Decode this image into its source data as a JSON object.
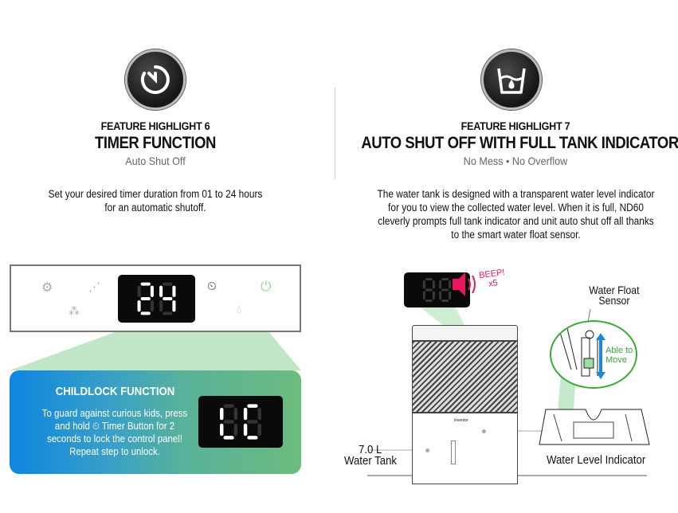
{
  "feature6": {
    "icon": "timer-icon",
    "kicker": "FEATURE HIGHLIGHT 6",
    "title": "TIMER FUNCTION",
    "subtitle": "Auto Shut Off",
    "description_line1": "Set your desired timer duration from 01 to 24 hours",
    "description_line2": "for an automatic shutoff.",
    "panel_display": "24",
    "panel_icons": [
      "gear-icon",
      "fan-speed-icon",
      "timer-icon",
      "power-icon",
      "circulation-icon",
      "water-drop-icon"
    ],
    "childlock": {
      "title": "CHILDLOCK FUNCTION",
      "line1": "To guard against curious kids, press",
      "line2a": "and hold",
      "line2b": "Timer Button for 2",
      "line3": "seconds to lock the control panel!",
      "line4": "Repeat step to unlock.",
      "display": "LC"
    }
  },
  "feature7": {
    "icon": "water-tank-icon",
    "kicker": "FEATURE HIGHLIGHT 7",
    "title": "AUTO SHUT OFF WITH FULL TANK INDICATOR",
    "subtitle": "No Mess • No Overflow",
    "description_line1": "The water tank is designed with a transparent water level indicator",
    "description_line2": "for you to view the collected water level. When it is full, ND60",
    "description_line3": "cleverly prompts full tank indicator and unit auto shut off all thanks",
    "description_line4": "to the smart water float sensor.",
    "display": "88",
    "beep": "BEEP!",
    "beep_count": "x5",
    "float_sensor_line1": "Water Float",
    "float_sensor_line2": "Sensor",
    "able_line1": "Able to",
    "able_line2": "Move",
    "tank_capacity": "7.0 L",
    "tank_label": "Water Tank",
    "indicator_label": "Water Level Indicator",
    "brand": "inventor"
  },
  "colors": {
    "beep": "#e8175d",
    "green": "#3aaa35",
    "blue": "#1a8ad8",
    "childlock_start": "#0e86e0",
    "childlock_end": "#6cbb7e"
  }
}
